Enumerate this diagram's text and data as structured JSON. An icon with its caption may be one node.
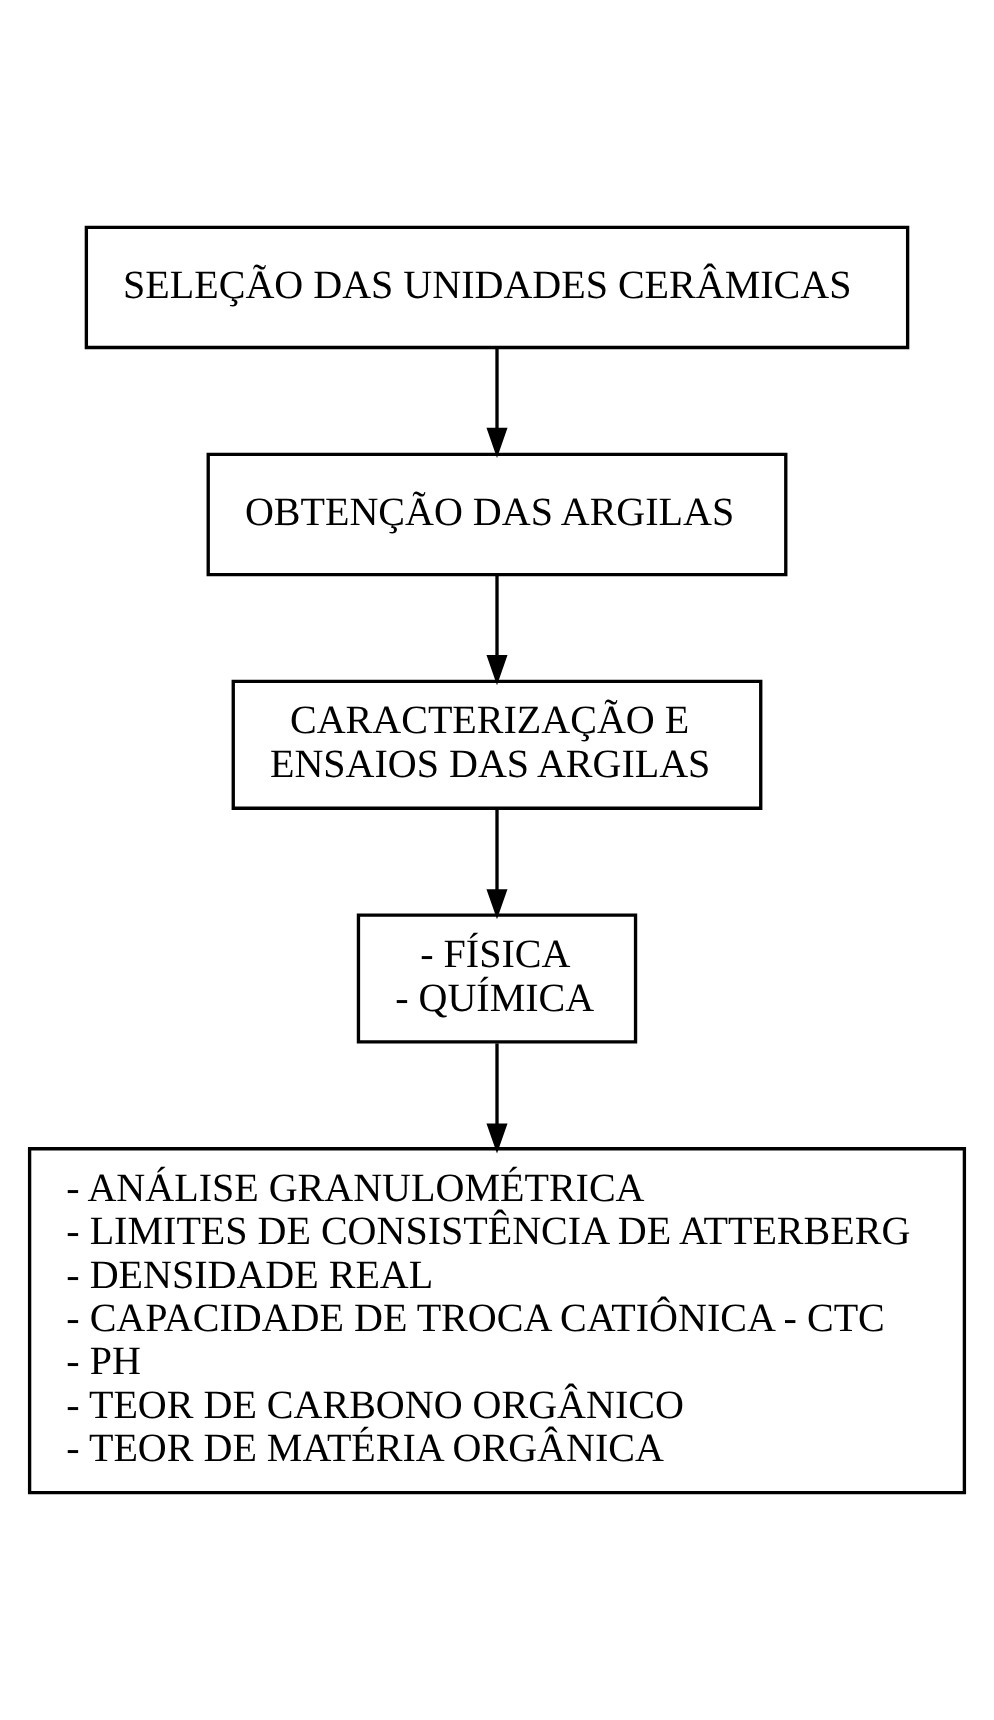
{
  "diagram": {
    "nodes": [
      {
        "text": [
          "SELEÇÃO DAS UNIDADES CERÂMICAS"
        ]
      },
      {
        "text": [
          "OBTENÇÃO DAS ARGILAS"
        ]
      },
      {
        "text": [
          "CARACTERIZAÇÃO E ENSAIOS DAS ARGILAS"
        ]
      },
      {
        "text": [
          "- FÍSICA",
          "- QUÍMICA"
        ]
      },
      {
        "text": [
          "- ANÁLISE GRANULOMÉTRICA",
          "- LIMITES DE CONSISTÊNCIA DE ATTERBERG",
          "- DENSIDADE REAL",
          "- CAPACIDADE DE TROCA CATIÔNICA - CTC",
          "- PH",
          "- TEOR DE CARBONO ORGÂNICO",
          "- TEOR DE MATÉRIA ORGÂNICA"
        ]
      }
    ],
    "edges": [
      {
        "from": 0,
        "to": 1,
        "arrow": "to"
      },
      {
        "from": 1,
        "to": 2,
        "arrow": "to"
      },
      {
        "from": 2,
        "to": 3,
        "arrow": "to"
      },
      {
        "from": 3,
        "to": 4,
        "arrow": "to"
      }
    ]
  }
}
